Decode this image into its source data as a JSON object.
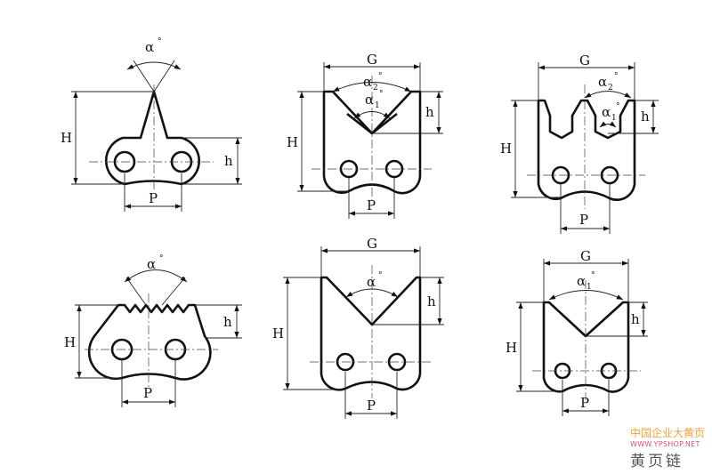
{
  "figures": [
    {
      "name": "single-tooth-link",
      "labels": {
        "angle": "α",
        "deg": "°",
        "H": "H",
        "h": "h",
        "P": "P"
      }
    },
    {
      "name": "double-angle-v-link",
      "labels": {
        "G": "G",
        "angle2": "α",
        "sub2": "2",
        "angle1": "α",
        "sub1": "1",
        "deg": "°",
        "H": "H",
        "h": "h",
        "P": "P"
      }
    },
    {
      "name": "double-notch-link",
      "labels": {
        "G": "G",
        "angle2": "α",
        "sub2": "2",
        "angle1": "α",
        "sub1": "1",
        "deg": "°",
        "H": "H",
        "h": "h",
        "P": "P"
      }
    },
    {
      "name": "serrated-link",
      "labels": {
        "angle": "α",
        "deg": "°",
        "H": "H",
        "h": "h",
        "P": "P"
      }
    },
    {
      "name": "v-link",
      "labels": {
        "G": "G",
        "angle": "α",
        "deg": "°",
        "H": "H",
        "h": "h",
        "P": "P"
      }
    },
    {
      "name": "v-link-small",
      "labels": {
        "G": "G",
        "angle1": "α",
        "sub1": "1",
        "deg": "°",
        "H": "H",
        "h": "h",
        "P": "P"
      }
    }
  ],
  "watermark": {
    "line1": "中国企业大黄页",
    "line2": "WWW.YPSHOP.NET",
    "line3": "黄页链"
  }
}
